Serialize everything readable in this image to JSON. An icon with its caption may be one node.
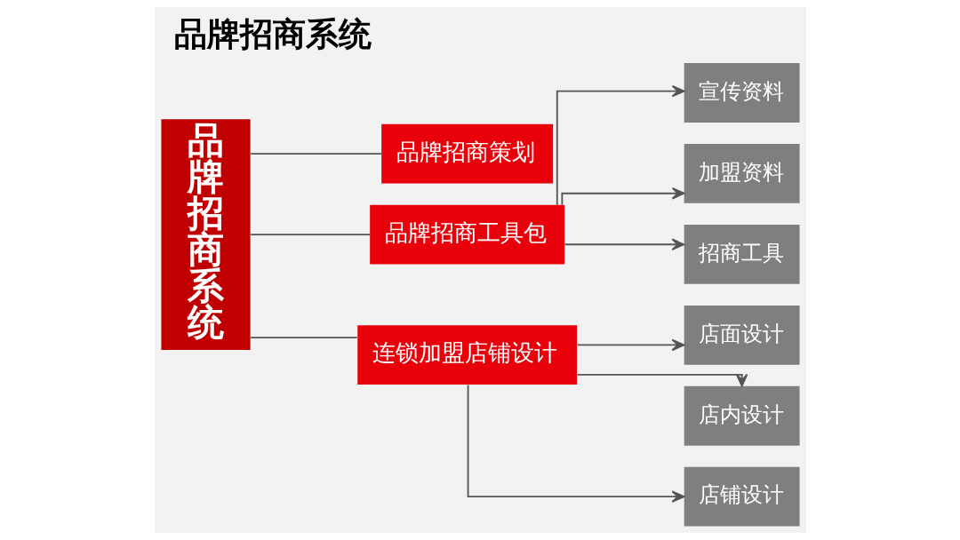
{
  "diagram": {
    "title": "品牌招商系统",
    "nodes": [
      {
        "text": [
          "品牌招商系统"
        ]
      },
      {
        "text": [
          "品牌招商策划"
        ]
      },
      {
        "text": [
          "品牌招商工具包"
        ]
      },
      {
        "text": [
          "连锁加盟店铺设计"
        ]
      },
      {
        "text": [
          "宣传资料"
        ]
      },
      {
        "text": [
          "加盟资料"
        ]
      },
      {
        "text": [
          "招商工具"
        ]
      },
      {
        "text": [
          "店面设计"
        ]
      },
      {
        "text": [
          "店内设计"
        ]
      },
      {
        "text": [
          "店铺设计"
        ]
      }
    ],
    "edges": [
      {
        "from": 0,
        "to": 1,
        "arrow": "none"
      },
      {
        "from": 0,
        "to": 2,
        "arrow": "none"
      },
      {
        "from": 0,
        "to": 3,
        "arrow": "none"
      },
      {
        "from": 2,
        "to": 4,
        "arrow": "to"
      },
      {
        "from": 2,
        "to": 5,
        "arrow": "to"
      },
      {
        "from": 2,
        "to": 6,
        "arrow": "to"
      },
      {
        "from": 3,
        "to": 7,
        "arrow": "to"
      },
      {
        "from": 3,
        "to": 8,
        "arrow": "to"
      },
      {
        "from": 3,
        "to": 9,
        "arrow": "to"
      }
    ]
  }
}
